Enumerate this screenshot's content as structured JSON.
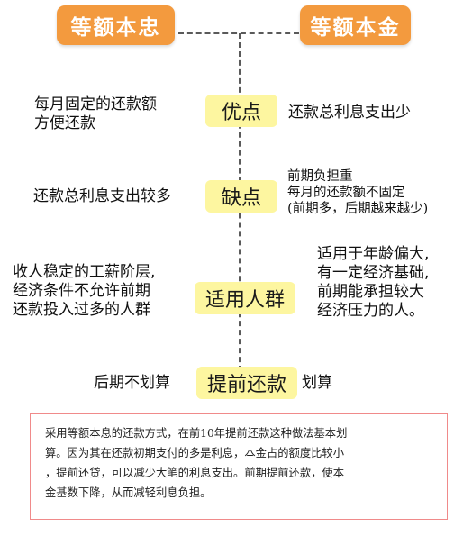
{
  "header": {
    "left": "等额本忠",
    "right": "等额本金"
  },
  "rows": [
    {
      "key": "pros",
      "center": "优点",
      "left_lines": [
        "每月固定的还款额",
        "方便还款"
      ],
      "right_lines": [
        "还款总利息支出少"
      ]
    },
    {
      "key": "cons",
      "center": "缺点",
      "left_lines": [
        "还款总利息支出较多"
      ],
      "right_lines": [
        "前期负担重",
        "每月的还款额不固定",
        "(前期多，后期越来越少)"
      ]
    },
    {
      "key": "suitable",
      "center": "适用人群",
      "left_lines": [
        "收人稳定的工薪阶层,",
        "经济条件不允许前期",
        "还款投入过多的人群"
      ],
      "right_lines": [
        "适用于年龄偏大,",
        "有一定经济基础,",
        "前期能承担较大",
        "经济压力的人。"
      ]
    },
    {
      "key": "prepay",
      "center": "提前还款",
      "left_lines": [
        "后期不划算"
      ],
      "right_lines": [
        "划算"
      ]
    }
  ],
  "note": {
    "lines": [
      "采用等额本息的还款方式，在前10年提前还款这种做法基本划",
      "算。因为其在还款初期支付的多是利息，本金占的额度比较小",
      "，提前还贷，可以减少大笔的利息支出。前期提前还款，使本",
      "金基数下降，从而减轻利息负担。"
    ]
  },
  "colors": {
    "header_bg": "#f39a3e",
    "header_text": "#ffffff",
    "center_bg": "#fdf6a0",
    "note_border": "#f08a8a",
    "connector": "#5a5a5a"
  }
}
